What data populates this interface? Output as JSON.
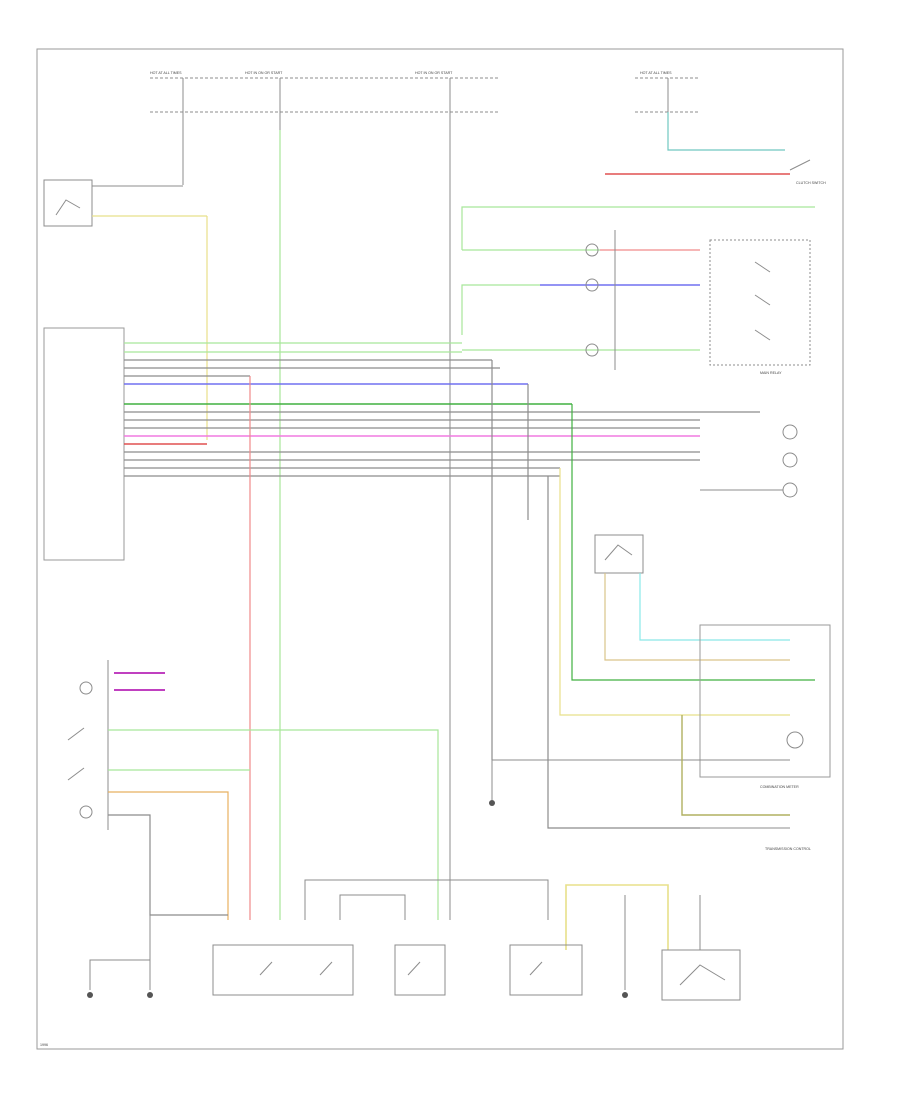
{
  "diagram": {
    "colors": {
      "frame": "#9a9a9a",
      "wire": "#8c8c8c",
      "green": "#7fdc6b",
      "lt_green": "#a8e79a",
      "red": "#f08a8a",
      "red_dark": "#e05050",
      "blue": "#7070f0",
      "pink": "#f07ae0",
      "yellow": "#e8e08a",
      "tan": "#d9c48a",
      "orange": "#e8b060",
      "cyan": "#8ae8e8",
      "teal": "#70c8c0",
      "violet": "#c040c0",
      "dark_green": "#40b040",
      "olive": "#b0b060"
    },
    "labels": {
      "top_fuse_1": "HOT AT ALL TIMES",
      "top_fuse_2": "HOT IN ON OR START",
      "top_fuse_3": "HOT IN ON OR START",
      "top_right_fuse": "HOT AT ALL TIMES",
      "clutch_switch": "CLUTCH SWITCH",
      "main_relay": "MAIN RELAY",
      "combination_meter": "COMBINATION METER",
      "transmission_control": "TRANSMISSION CONTROL",
      "footer": "1996"
    }
  }
}
